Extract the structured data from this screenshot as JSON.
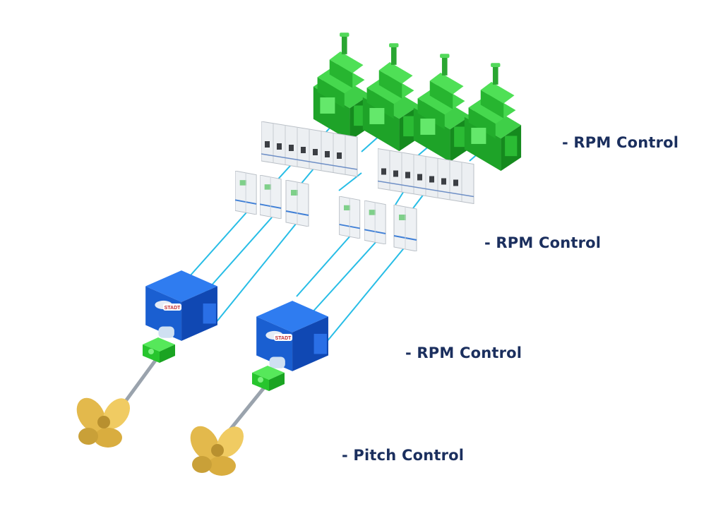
{
  "labels": {
    "generator_rpm": "- RPM Control",
    "drive_rpm": "- RPM Control",
    "motor_rpm": "- RPM Control",
    "propeller_pitch": "- Pitch Control"
  },
  "motor_badge": "STADT",
  "colors": {
    "generator": "#2fb838",
    "switchboard": "#e9ecef",
    "motor": "#1a62d6",
    "gearbox": "#2ccf2c",
    "propeller": "#e3b94c",
    "cable": "#27bde6",
    "label": "#1b2f5e"
  }
}
